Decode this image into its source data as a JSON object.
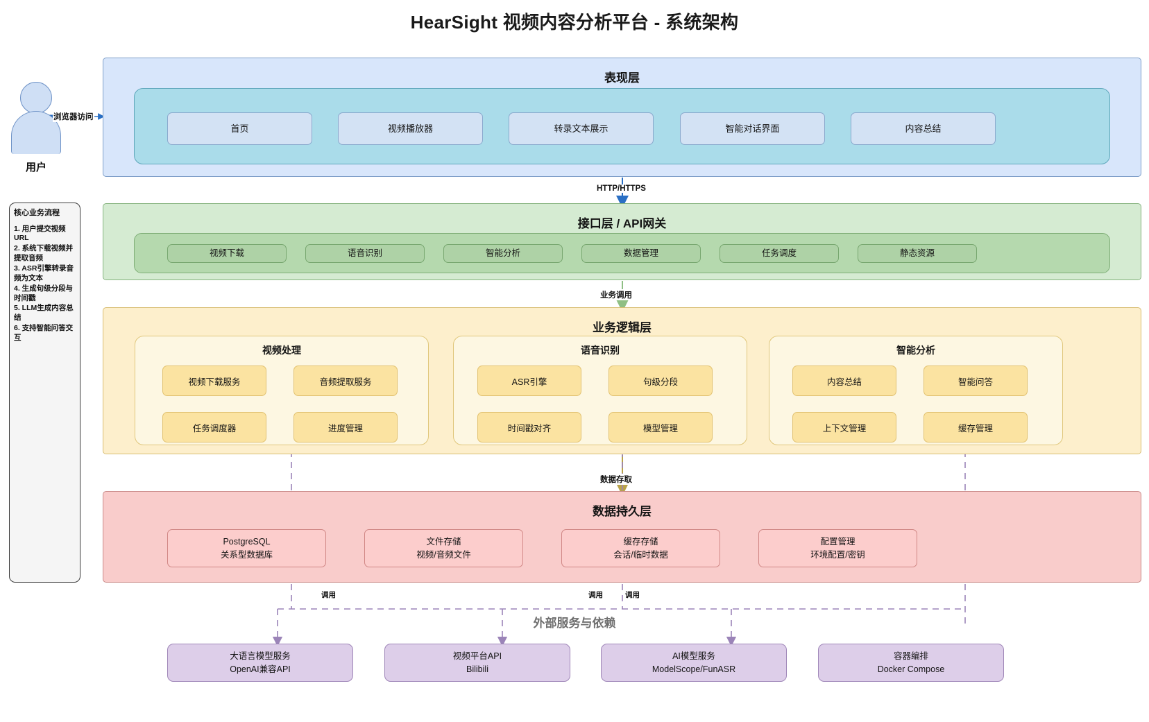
{
  "title": "HearSight 视频内容分析平台 - 系统架构",
  "actor": {
    "label": "用户",
    "icon": "user-person-icon",
    "edge_label": "浏览器访问"
  },
  "notes": {
    "title": "核心业务流程",
    "steps": [
      "1. 用户提交视频URL",
      "2. 系统下载视频并提取音频",
      "3. ASR引擎转录音频为文本",
      "4. 生成句级分段与时间戳",
      "5. LLM生成内容总结",
      "6. 支持智能问答交互"
    ]
  },
  "layers": {
    "presentation": {
      "title": "表现层",
      "color": "#d8e6fb",
      "nodes": [
        "首页",
        "视频播放器",
        "转录文本展示",
        "智能对话界面",
        "内容总结"
      ]
    },
    "api": {
      "title": "接口层 / API网关",
      "color": "#d5ebd2",
      "nodes": [
        "视频下载",
        "语音识别",
        "智能分析",
        "数据管理",
        "任务调度",
        "静态资源"
      ]
    },
    "logic": {
      "title": "业务逻辑层",
      "color": "#fdefcc",
      "groups": [
        {
          "title": "视频处理",
          "nodes": [
            "视频下载服务",
            "音频提取服务",
            "任务调度器",
            "进度管理"
          ]
        },
        {
          "title": "语音识别",
          "nodes": [
            "ASR引擎",
            "句级分段",
            "时间戳对齐",
            "模型管理"
          ]
        },
        {
          "title": "智能分析",
          "nodes": [
            "内容总结",
            "智能问答",
            "上下文管理",
            "缓存管理"
          ]
        }
      ]
    },
    "data": {
      "title": "数据持久层",
      "color": "#f9cccb",
      "nodes": [
        {
          "name": "PostgreSQL",
          "desc": "关系型数据库"
        },
        {
          "name": "文件存储",
          "desc": "视频/音频文件"
        },
        {
          "name": "缓存存储",
          "desc": "会话/临时数据"
        },
        {
          "name": "配置管理",
          "desc": "环境配置/密钥"
        }
      ]
    }
  },
  "external": {
    "title": "外部服务与依赖",
    "nodes": [
      {
        "name": "大语言模型服务",
        "desc": "OpenAI兼容API"
      },
      {
        "name": "视频平台API",
        "desc": "Bilibili"
      },
      {
        "name": "AI模型服务",
        "desc": "ModelScope/FunASR"
      },
      {
        "name": "容器编排",
        "desc": "Docker Compose"
      }
    ]
  },
  "edges": {
    "http": "HTTP/HTTPS",
    "business_call": "业务调用",
    "data_access": "数据存取",
    "invoke": "调用"
  },
  "colors": {
    "presentation": "#d8e6fb",
    "api": "#d5ebd2",
    "logic": "#fdefcc",
    "data": "#f9cccb",
    "external": "#ddcee9",
    "http_arrow": "#2a6fc4",
    "logic_arrow": "#8fbf84",
    "data_arrow": "#b9a24a",
    "dashed_arrow": "#9b84b8"
  }
}
